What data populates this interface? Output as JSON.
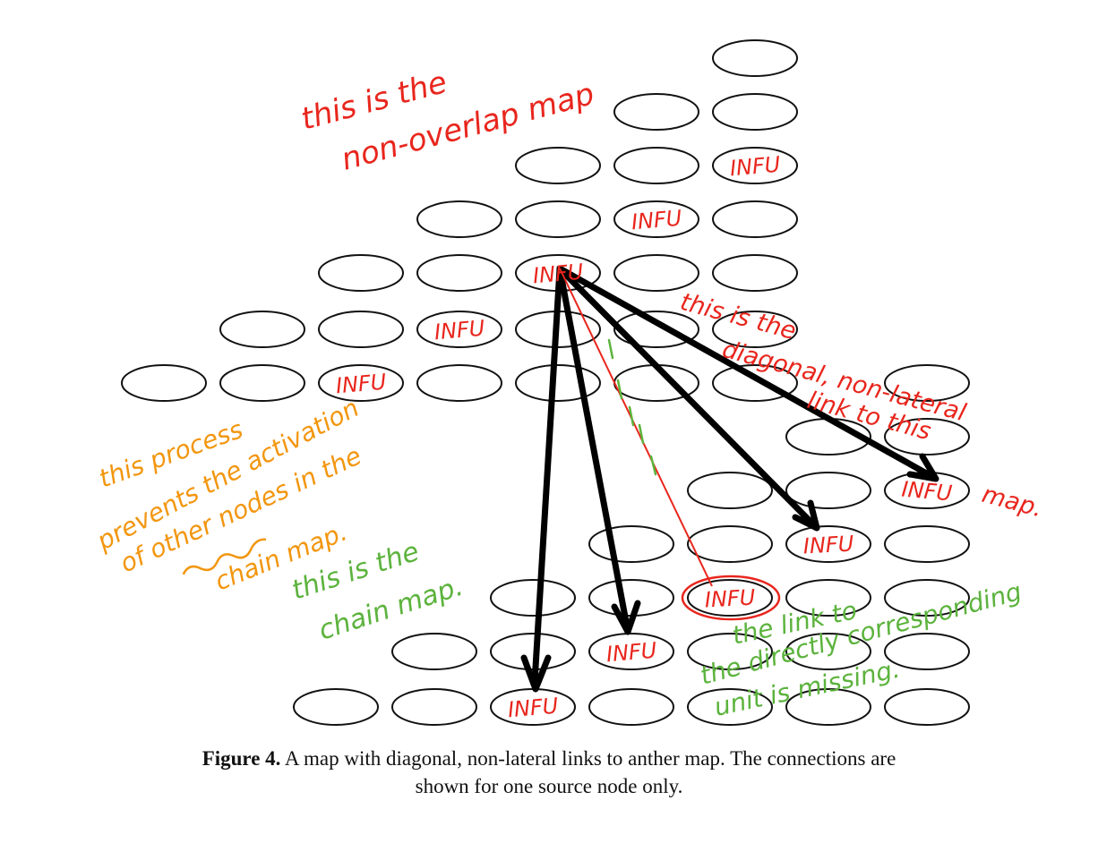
{
  "colors": {
    "node_stroke": "#111111",
    "link": "#000000",
    "red_ink": "#e8261d",
    "orange_ink": "#f2960f",
    "green_ink": "#5cb33d"
  },
  "node_label": "INFU",
  "annotations": {
    "nonoverlap_line1": "this is the",
    "nonoverlap_line2": "non-overlap map",
    "diagonal_line1": "this is the",
    "diagonal_line2": "diagonal, non-lateral",
    "diagonal_line3": "link to this",
    "diagonal_line4": "map.",
    "process_line1": "this process",
    "process_line2": "prevents the activation",
    "process_line3": "of other nodes in the",
    "process_line4": "chain map.",
    "chain_line1": "this is the",
    "chain_line2": "chain map.",
    "missing_line1": "the link to",
    "missing_line2": "the directly corresponding",
    "missing_line3": "unit is missing."
  },
  "caption": {
    "figure": "Figure 4.",
    "line1": "A map with diagonal, non-lateral links to anther map. The connections are",
    "line2": "shown for one source node only."
  }
}
